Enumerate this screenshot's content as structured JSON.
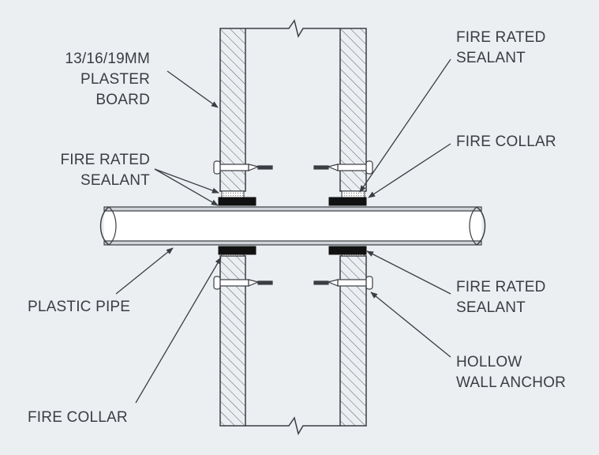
{
  "labels": {
    "plaster_board": [
      "13/16/19MM",
      "PLASTER",
      "BOARD"
    ],
    "sealant_top_left": [
      "FIRE RATED",
      "SEALANT"
    ],
    "sealant_top_right": [
      "FIRE RATED",
      "SEALANT"
    ],
    "collar_top_right": "FIRE COLLAR",
    "plastic_pipe": "PLASTIC PIPE",
    "sealant_bottom_right": [
      "FIRE RATED",
      "SEALANT"
    ],
    "hollow_anchor": [
      "HOLLOW",
      "WALL ANCHOR"
    ],
    "collar_bottom_left": "FIRE COLLAR"
  },
  "colors": {
    "background": "#ebeff2",
    "line": "#3a3d42",
    "pipe_fill": "#ffffff",
    "collar_fill": "#111111",
    "sealant_fill": "#d8d8d8"
  }
}
